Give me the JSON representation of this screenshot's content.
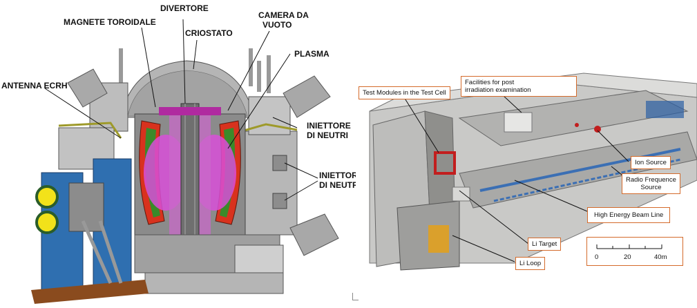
{
  "left_diagram": {
    "labels": {
      "magnete_toroidale": "MAGNETE TOROIDALE",
      "divertore": "DIVERTORE",
      "camera_da_vuoto_line1": "CAMERA DA",
      "camera_da_vuoto_line2": "VUOTO",
      "criostato": "CRIOSTATO",
      "plasma": "PLASMA",
      "antenna_ecrh": "ANTENNA ECRH",
      "iniettore_1_line1": "INIETTORE",
      "iniettore_1_line2": "DI NEUTRI",
      "iniettore_2_line1": "INIETTORE",
      "iniettore_2_line2": "DI NEUTRI"
    },
    "colors": {
      "structure_gray": "#9a9a9a",
      "plasma_magenta": "#d84fd8",
      "coil_red": "#d8321e",
      "coil_green": "#3a8a2a",
      "tank_blue": "#2f6fb0",
      "yellow_port": "#f2e21a",
      "floor_brown": "#8a4b1e"
    }
  },
  "right_diagram": {
    "labels": {
      "test_modules": "Test Modules in the Test Cell",
      "facilities_line1": "Facilities for post",
      "facilities_line2": "irradiation examination",
      "ion_source": "Ion Source",
      "rf_line1": "Radio Frequence",
      "rf_line2": "Source",
      "beam_line": "High Energy Beam Line",
      "li_target": "Li Target",
      "li_loop": "Li Loop"
    },
    "scale_bar": {
      "ticks": [
        "0",
        "20",
        "40m"
      ]
    },
    "colors": {
      "concrete": "#c9c9c7",
      "shadow": "#8f8f8c",
      "box_border": "#d46a2a",
      "accelerator_blue": "#3b6fb4",
      "target_red": "#c21e1e",
      "loop_orange": "#e0a020"
    }
  }
}
